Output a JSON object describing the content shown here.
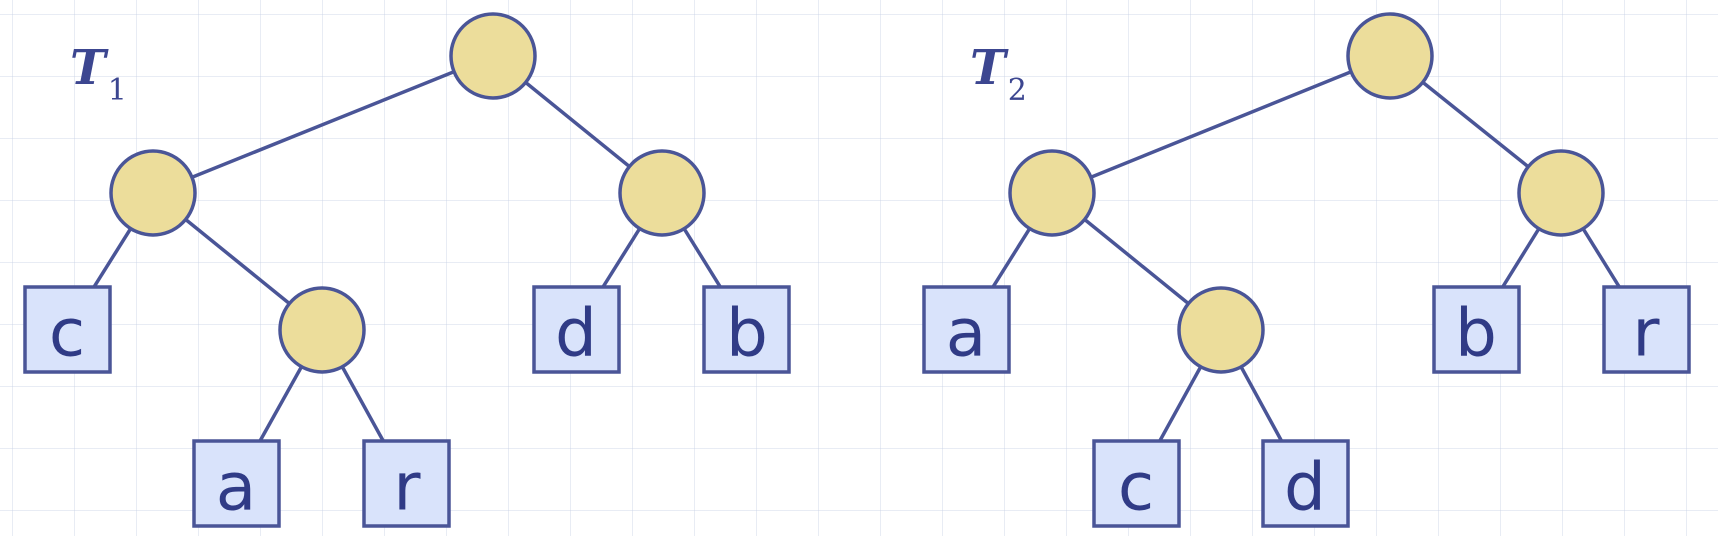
{
  "trees": [
    {
      "label": "T",
      "subscript": "1",
      "leaves": [
        "c",
        "a",
        "r",
        "d",
        "b"
      ]
    },
    {
      "label": "T",
      "subscript": "2",
      "leaves": [
        "a",
        "c",
        "d",
        "b",
        "r"
      ]
    }
  ],
  "colors": {
    "internal_node_fill": "#ecdd9b",
    "leaf_fill": "#d9e3fb",
    "stroke": "#4a5597",
    "text": "#303b86"
  }
}
